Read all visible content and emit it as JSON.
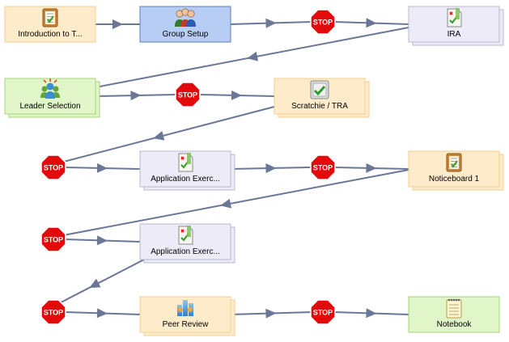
{
  "colors": {
    "connector": "#6b7796",
    "orange_fill": "#fdebc9",
    "orange_stroke": "#f2cf94",
    "blue_fill": "#b7cdf4",
    "blue_stroke": "#5f7fbf",
    "lavender_fill": "#ecebf7",
    "lavender_stroke": "#b9b9cf",
    "green_fill": "#e0f5c8",
    "green_stroke": "#a6d27d",
    "stop_red": "#e20a0a"
  },
  "stop_text": "STOP",
  "activities": [
    {
      "id": "intro",
      "label": "Introduction to T...",
      "icon": "noticeboard-icon"
    },
    {
      "id": "group-setup",
      "label": "Group Setup",
      "icon": "group-icon"
    },
    {
      "id": "ira",
      "label": "IRA",
      "icon": "assessment-icon"
    },
    {
      "id": "leader",
      "label": "Leader Selection",
      "icon": "leader-icon"
    },
    {
      "id": "scratchie",
      "label": "Scratchie / TRA",
      "icon": "scratchie-icon"
    },
    {
      "id": "app1",
      "label": "Application Exerc...",
      "icon": "assessment-icon"
    },
    {
      "id": "notice1",
      "label": "Noticeboard 1",
      "icon": "noticeboard-icon"
    },
    {
      "id": "app2",
      "label": "Application Exerc...",
      "icon": "assessment-icon"
    },
    {
      "id": "peer",
      "label": "Peer Review",
      "icon": "peer-review-icon"
    },
    {
      "id": "notebook",
      "label": "Notebook",
      "icon": "notebook-icon"
    }
  ],
  "gates": [
    {
      "id": "gate-1",
      "type": "stop"
    },
    {
      "id": "gate-2",
      "type": "stop"
    },
    {
      "id": "gate-3",
      "type": "stop"
    },
    {
      "id": "gate-4",
      "type": "stop"
    },
    {
      "id": "gate-5",
      "type": "stop"
    },
    {
      "id": "gate-6",
      "type": "stop"
    },
    {
      "id": "gate-7",
      "type": "stop"
    }
  ],
  "transitions": [
    [
      "intro",
      "group-setup"
    ],
    [
      "group-setup",
      "gate-1"
    ],
    [
      "gate-1",
      "ira"
    ],
    [
      "ira",
      "leader"
    ],
    [
      "leader",
      "gate-2"
    ],
    [
      "gate-2",
      "scratchie"
    ],
    [
      "scratchie",
      "gate-3"
    ],
    [
      "gate-3",
      "app1"
    ],
    [
      "app1",
      "gate-4"
    ],
    [
      "gate-4",
      "notice1"
    ],
    [
      "notice1",
      "gate-5"
    ],
    [
      "gate-5",
      "app2"
    ],
    [
      "app2",
      "gate-6"
    ],
    [
      "gate-6",
      "peer"
    ],
    [
      "peer",
      "gate-7"
    ],
    [
      "gate-7",
      "notebook"
    ]
  ]
}
